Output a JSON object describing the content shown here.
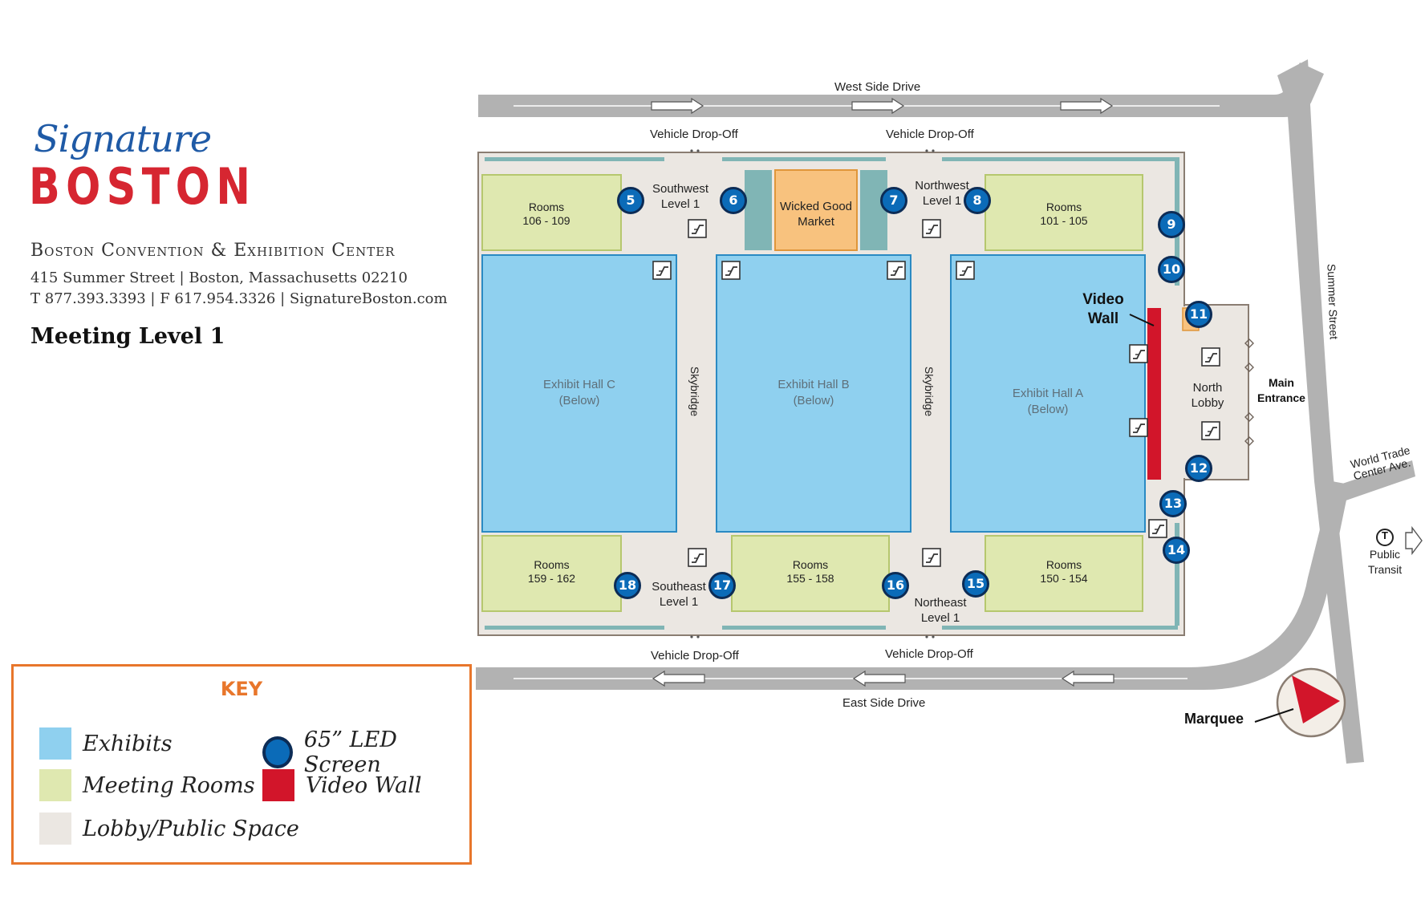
{
  "brand": {
    "script": "Signature",
    "word": "BOSTON"
  },
  "venue": {
    "name": "Boston Convention & Exhibition Center",
    "address": "415 Summer Street  |  Boston, Massachusetts 02210",
    "contact": "T 877.393.3393  |  F 617.954.3326  |  SignatureBoston.com",
    "level": "Meeting Level 1"
  },
  "colors": {
    "exhibits": "#8fd0ef",
    "rooms": "#dfe8b0",
    "lobby": "#ebe7e2",
    "led": "#0b6bb8",
    "video_wall": "#d2152a",
    "market": "#f8c27e",
    "teal": "#80b5b5",
    "road": "#b2b2b2",
    "key_border": "#e8762b"
  },
  "roads": {
    "west": "West Side Drive",
    "east": "East Side Drive",
    "summer": "Summer Street",
    "wtc": "World Trade Center Ave."
  },
  "dropoff": "Vehicle Drop-Off",
  "halls": [
    {
      "name": "Exhibit Hall C",
      "sub": "(Below)"
    },
    {
      "name": "Exhibit Hall B",
      "sub": "(Below)"
    },
    {
      "name": "Exhibit Hall A",
      "sub": "(Below)"
    }
  ],
  "rooms": [
    {
      "title": "Rooms",
      "range": "106 - 109"
    },
    {
      "title": "Rooms",
      "range": "101 - 105"
    },
    {
      "title": "Rooms",
      "range": "159 - 162"
    },
    {
      "title": "Rooms",
      "range": "155 - 158"
    },
    {
      "title": "Rooms",
      "range": "150 - 154"
    }
  ],
  "market": {
    "line1": "Wicked Good",
    "line2": "Market"
  },
  "areas": {
    "southwest": {
      "line1": "Southwest",
      "line2": "Level 1"
    },
    "northwest": {
      "line1": "Northwest",
      "line2": "Level 1"
    },
    "southeast": {
      "line1": "Southeast",
      "line2": "Level 1"
    },
    "northeast": {
      "line1": "Northeast",
      "line2": "Level 1"
    },
    "skybridge": "Skybridge",
    "north_lobby": {
      "line1": "North",
      "line2": "Lobby"
    },
    "main_entrance": {
      "line1": "Main",
      "line2": "Entrance"
    },
    "video_wall": {
      "line1": "Video",
      "line2": "Wall"
    },
    "transit": {
      "line1": "Public",
      "line2": "Transit",
      "symbol": "T"
    },
    "marquee": "Marquee"
  },
  "screens": [
    "5",
    "6",
    "7",
    "8",
    "9",
    "10",
    "11",
    "12",
    "13",
    "14",
    "15",
    "16",
    "17",
    "18"
  ],
  "key": {
    "title": "KEY",
    "exhibits": "Exhibits",
    "rooms": "Meeting Rooms",
    "lobby": "Lobby/Public Space",
    "led": "65” LED Screen",
    "video_wall": "Video Wall"
  }
}
